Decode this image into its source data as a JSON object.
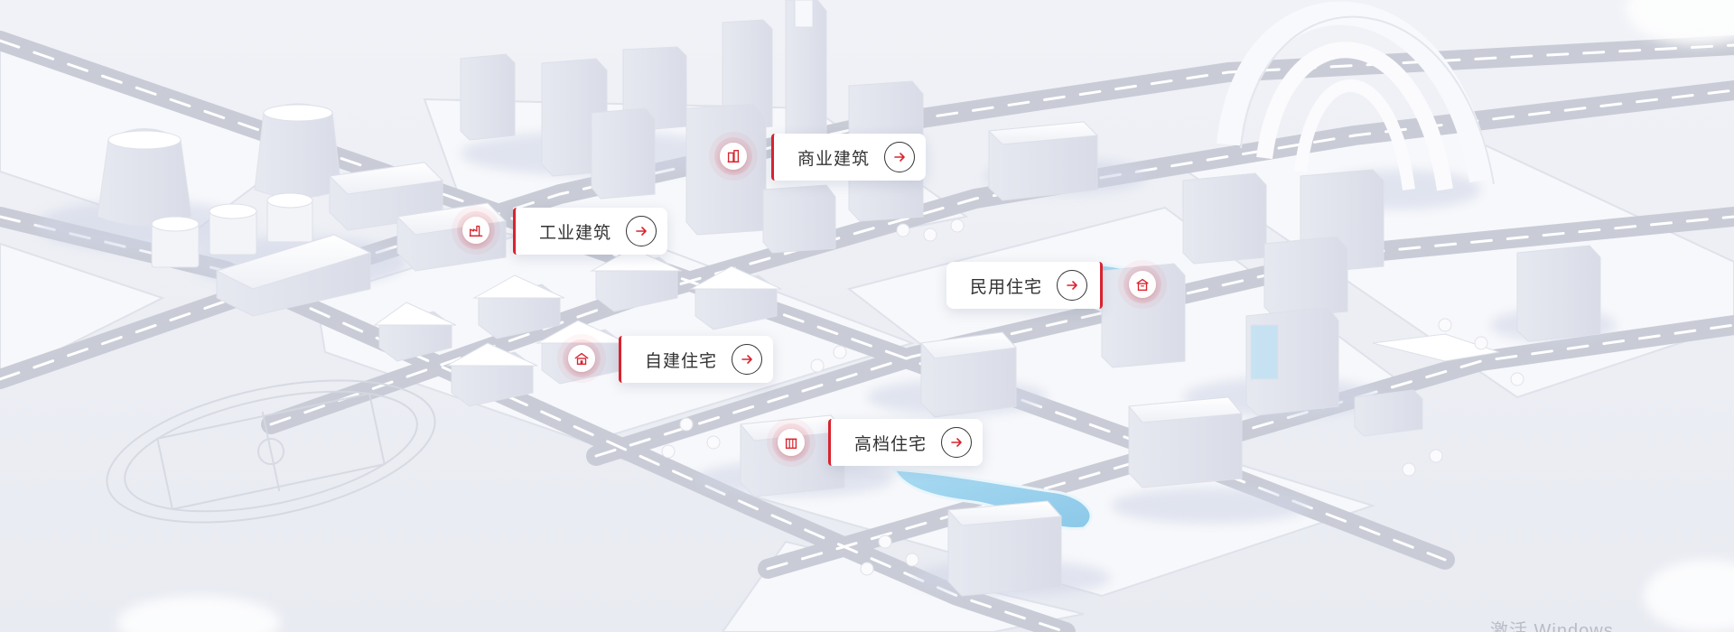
{
  "hotspots": [
    {
      "id": "commercial",
      "label": "商业建筑",
      "icon": "shopping-building-icon"
    },
    {
      "id": "industrial",
      "label": "工业建筑",
      "icon": "factory-icon"
    },
    {
      "id": "civil",
      "label": "民用住宅",
      "icon": "apartment-icon"
    },
    {
      "id": "selfbuilt",
      "label": "自建住宅",
      "icon": "house-icon"
    },
    {
      "id": "premium",
      "label": "高档住宅",
      "icon": "villa-icon"
    }
  ],
  "watermark": "激活 Windows",
  "colors": {
    "accent": "#d9232e",
    "road": "#c9ccd6",
    "ground": "#f5f6f9",
    "building": "#fbfbfd",
    "water": "#9fd3ee"
  }
}
